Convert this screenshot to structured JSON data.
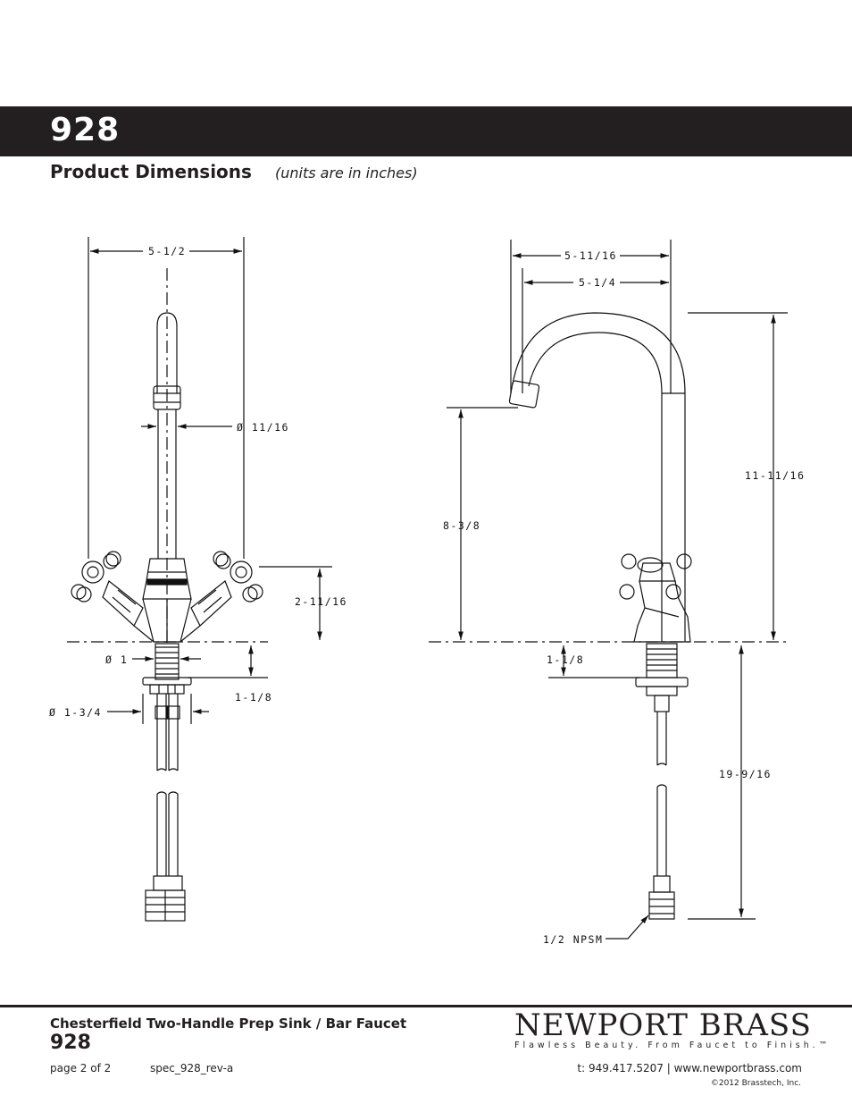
{
  "header": {
    "model_number": "928"
  },
  "section": {
    "title": "Product Dimensions",
    "note": "(units are in inches)"
  },
  "front_view": {
    "overall_width": "5-1/2",
    "spout_diameter": "Ø 11/16",
    "handle_height": "2-11/16",
    "shank_diameter": "Ø 1",
    "deck_thickness": "1-1/8",
    "flange_diameter": "Ø 1-3/4"
  },
  "side_view": {
    "outer_reach": "5-11/16",
    "inner_reach": "5-1/4",
    "overall_height": "11-11/16",
    "spout_clearance": "8-3/8",
    "deck_thickness": "1-1/8",
    "supply_length": "19-9/16",
    "connection": "1/2 NPSM"
  },
  "footer": {
    "product_name": "Chesterfield Two-Handle Prep Sink / Bar Faucet",
    "model_number": "928",
    "page": "page 2 of 2",
    "spec_id": "spec_928_rev-a",
    "contact": "t: 949.417.5207 | www.newportbrass.com",
    "copyright": "©2012 Brasstech, Inc.",
    "brand": "NEWPORT BRASS",
    "tagline": "Flawless Beauty. From Faucet to Finish.™"
  },
  "colors": {
    "ink": "#231f20",
    "background": "#ffffff"
  }
}
